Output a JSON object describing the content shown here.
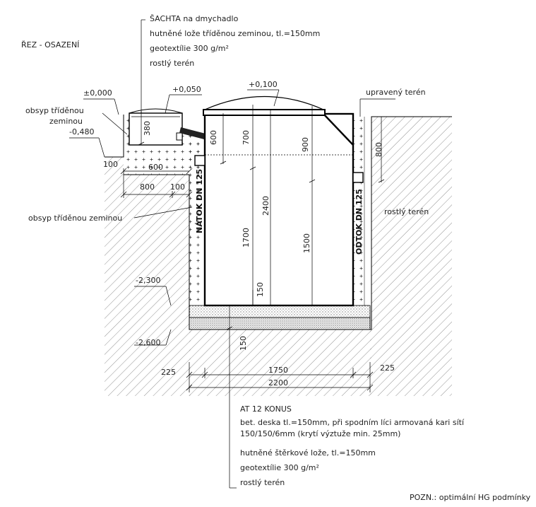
{
  "title": "ŘEZ - OSAZENÍ",
  "top_notes": {
    "line1": "ŠACHTA na dmychadlo",
    "line2": "hutněné lože tříděnou zeminou, tl.=150mm",
    "line3": "geotextílie 300 g/m²",
    "line4": "rostlý terén"
  },
  "levels": {
    "ground_zero": "±0,000",
    "shaft_top": "+0,050",
    "tank_top": "+0,100",
    "pipe_level": "-0,480",
    "bottom_tank": "-2,300",
    "bottom_base": "-2,600"
  },
  "labels": {
    "upraveny_teren": "upravený terén",
    "obsyp_short_1": "obsyp tříděnou",
    "obsyp_short_2": "zeminou",
    "obsyp_long": "obsyp tříděnou zeminou",
    "rostly_teren_right": "rostlý terén",
    "inlet": "NÁTOK DN 125",
    "outlet": "ODTOK DN 125"
  },
  "dims": {
    "d380": "380",
    "d600v": "600",
    "d700": "700",
    "d900": "900",
    "d800v": "800",
    "d2400": "2400",
    "d1700": "1700",
    "d1500": "1500",
    "d150a": "150",
    "d150b": "150",
    "d100a": "100",
    "d600h": "600",
    "d800h": "800",
    "d100b": "100",
    "d225l": "225",
    "d1750": "1750",
    "d225r": "225",
    "d2200": "2200"
  },
  "bottom_notes": {
    "line1": "AT 12 KONUS",
    "line2": "bet. deska tl.=150mm, při spodním líci armovaná kari sítí",
    "line3": "150/150/6mm (krytí výztuže min. 25mm)",
    "line4": "hutněné štěrkové lože, tl.=150mm",
    "line5": "geotextílie 300 g/m²",
    "line6": "rostlý terén"
  },
  "footnote": "POZN.: optimální HG podmínky"
}
